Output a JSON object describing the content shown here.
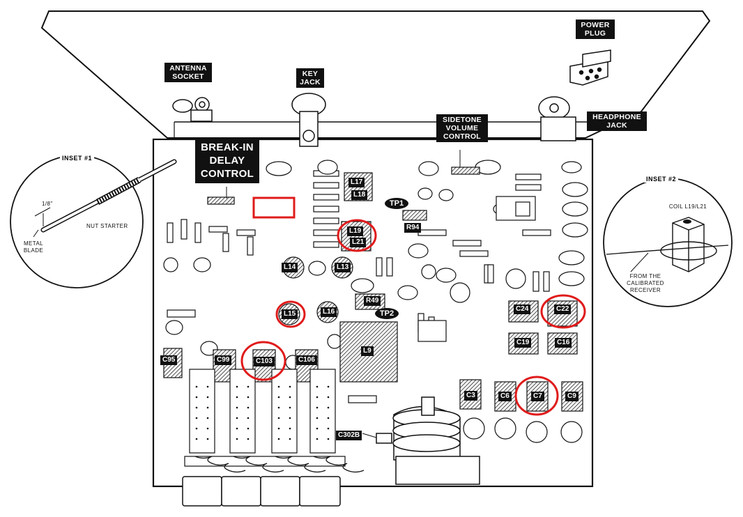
{
  "labels": {
    "antenna_socket": "ANTENNA SOCKET",
    "key_jack": "KEY JACK",
    "power_plug": "POWER PLUG",
    "headphone_jack": "HEADPHONE JACK",
    "sidetone_volume_control": "SIDETONE VOLUME CONTROL",
    "break_in_delay_control": "BREAK-IN DELAY CONTROL"
  },
  "inset1": {
    "title": "INSET #1",
    "dimension": "1/8\"",
    "nut_starter": "NUT STARTER",
    "metal_blade": "METAL BLADE"
  },
  "inset2": {
    "title": "INSET #2",
    "coil": "COIL L19/L21",
    "from": "FROM THE CALIBRATED RECEIVER"
  },
  "components": {
    "L17": "L17",
    "L18": "L18",
    "L19": "L19",
    "L21": "L21",
    "L14": "L14",
    "L13": "L13",
    "L15": "L15",
    "L16": "L16",
    "L9": "L9",
    "R94": "R94",
    "R49": "R49",
    "TP1": "TP1",
    "TP2": "TP2",
    "C24": "C24",
    "C22": "C22",
    "C19": "C19",
    "C16": "C16",
    "C95": "C95",
    "C99": "C99",
    "C103": "C103",
    "C106": "C106",
    "C3": "C3",
    "C6": "C6",
    "C7": "C7",
    "C9": "C9",
    "C302B": "C302B"
  },
  "colors": {
    "highlight": "#e01b1b",
    "ink": "#111111",
    "paper": "#ffffff"
  }
}
